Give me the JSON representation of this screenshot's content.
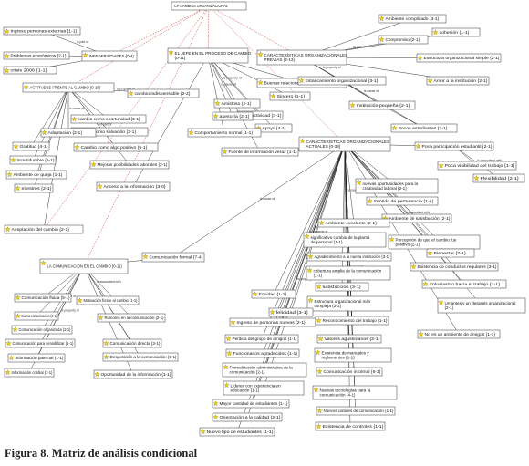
{
  "figure_caption": "Figura 8. Matriz de análisis condicional",
  "nodes": [
    {
      "id": "root",
      "label": "CP:CAMBIOS ORGANIZACIONAL"
    },
    {
      "id": "n1",
      "label": "Ingreso personas externas {1-1}"
    },
    {
      "id": "n2",
      "label": "Problemas económicos {2-1}"
    },
    {
      "id": "n3",
      "label": "INFEDEBILIDADES {0-4}"
    },
    {
      "id": "n4",
      "label": "crisis 2006 {1-1}"
    },
    {
      "id": "n5",
      "label": "ACTITUDES FRENTE AL CAMBIO {0-15}"
    },
    {
      "id": "n6",
      "label": "cambio indispensable {2-2}"
    },
    {
      "id": "n7",
      "label": "cambio como oportunidad {3-1}"
    },
    {
      "id": "n8",
      "label": "cambio como salvación {3-1}"
    },
    {
      "id": "n9",
      "label": "Adaptación {2-1}"
    },
    {
      "id": "n10",
      "label": "Gratitud {4-1}"
    },
    {
      "id": "n11",
      "label": "Incertidumbre {5-1}"
    },
    {
      "id": "n12",
      "label": "Ambiente de queja {1-1}"
    },
    {
      "id": "n13",
      "label": "el estrés {2-1}"
    },
    {
      "id": "n14",
      "label": "Cambio como algo positivo {5-1}"
    },
    {
      "id": "n15",
      "label": "Mejoras posibilidades laborales {2-1}"
    },
    {
      "id": "n16",
      "label": "Acceso a la información {3-0}"
    },
    {
      "id": "n17",
      "label": "Aceptación del cambio {2-1}"
    },
    {
      "id": "n18",
      "label": "EL JEFE EN EL PROCESO DE CAMBIO {0-11}"
    },
    {
      "id": "n19",
      "label": "Buenas relaciones interpersonales {1-1}"
    },
    {
      "id": "n20",
      "label": "Amistoso {2-1}"
    },
    {
      "id": "n21",
      "label": "Sincero {1-1}"
    },
    {
      "id": "n22",
      "label": "Proactividad {3-1}"
    },
    {
      "id": "n23",
      "label": "asesoría {2-1}"
    },
    {
      "id": "n24",
      "label": "Apoyo {4-1}"
    },
    {
      "id": "n25",
      "label": "Comportamiento normal {1-1}"
    },
    {
      "id": "n26",
      "label": "Fuente de información veraz {1-1}"
    },
    {
      "id": "n27",
      "label": "CARACTERÍSTICAS ORGANIZACIONALES PREVIAS {2-13}"
    },
    {
      "id": "n28",
      "label": "Ambiente complicado {3-1}"
    },
    {
      "id": "n29",
      "label": "Compromiso {2-1}"
    },
    {
      "id": "n30",
      "label": "cohesión {1-1}"
    },
    {
      "id": "n31",
      "label": "Estructura organizacional simple {2-1}"
    },
    {
      "id": "n32",
      "label": "Estancamiento organizacional {3-1}"
    },
    {
      "id": "n33",
      "label": "Amor a la institución {2-1}"
    },
    {
      "id": "n34",
      "label": "Institución pequeña {2-1}"
    },
    {
      "id": "n35",
      "label": "Pocos estudiantes {2-1}"
    },
    {
      "id": "n36",
      "label": "CARACTERÍSTICAS ORGANIZACIONALES ACTUALES {0-38}"
    },
    {
      "id": "n37",
      "label": "Poca participación estudiantil {2-1}"
    },
    {
      "id": "n38",
      "label": "Poca visibilidad del trabajo {1-1}"
    },
    {
      "id": "n39",
      "label": "Flexibilidad {2-1}"
    },
    {
      "id": "n40",
      "label": "nuevas oportunidades para la creatividad laboral {2-1}"
    },
    {
      "id": "n41",
      "label": "Sentido de pertenencia {1-1}"
    },
    {
      "id": "n42",
      "label": "Ambiente de satisfacción {2-1}"
    },
    {
      "id": "n43",
      "label": "Ambiente excelente {2-1}"
    },
    {
      "id": "n44",
      "label": "Percepción de que el cambio fue positivo {2-1}"
    },
    {
      "id": "n45",
      "label": "significativo cambio de la planta de personal {1-1}"
    },
    {
      "id": "n46",
      "label": "Agradecimiento a la nueva institución {3-1}"
    },
    {
      "id": "n47",
      "label": "Bienestar {2-1}"
    },
    {
      "id": "n48",
      "label": "Existencia de conductos regulares {3-1}"
    },
    {
      "id": "n49",
      "label": "cobertura amplia de la comunicación {1-1}"
    },
    {
      "id": "n50",
      "label": "satisfacción {3-1}"
    },
    {
      "id": "n51",
      "label": "Entusiasmo hacia el trabajo {1-1}"
    },
    {
      "id": "n52",
      "label": "Un antes y un después organizacional {2-1}"
    },
    {
      "id": "n53",
      "label": "Estructura organizacional más compleja {2-1}"
    },
    {
      "id": "n54",
      "label": "No es un ambiente de amigos {1-1}"
    },
    {
      "id": "n55",
      "label": "Equidad {1-1}"
    },
    {
      "id": "n56",
      "label": "felicidad {3-1}"
    },
    {
      "id": "n57",
      "label": "Ingreso de personas nuevas {2-1}"
    },
    {
      "id": "n58",
      "label": "Reconocimiento del trabajo {1-1}"
    },
    {
      "id": "n59",
      "label": "Valores agustinianos {2-1}"
    },
    {
      "id": "n60",
      "label": "Pérdida del grupo de amigos {1-1}"
    },
    {
      "id": "n61",
      "label": "Funcionarios agradecidos {1-1}"
    },
    {
      "id": "n62",
      "label": "Existencia de manuales y reglamentos {1-1}"
    },
    {
      "id": "n63",
      "label": "Formalización administrativa de la comunicación {2-1}"
    },
    {
      "id": "n64",
      "label": "Comunicación informal {6-2}"
    },
    {
      "id": "n65",
      "label": "Líderes con experiencia en educación {1-1}"
    },
    {
      "id": "n66",
      "label": "Nuevas tecnologías para la comunicación {4-1}"
    },
    {
      "id": "n67",
      "label": "Mayor cantidad de estudiantes {1-1}"
    },
    {
      "id": "n68",
      "label": "Nuevos canales de comunicación {1-1}"
    },
    {
      "id": "n69",
      "label": "Orientación a la calidad {2-1}"
    },
    {
      "id": "n70",
      "label": "Existencia de controles {1-1}"
    },
    {
      "id": "n71",
      "label": "Nuevo tipo de estudiantes {1-1}"
    },
    {
      "id": "n72",
      "label": "Comunicación formal {7-4}"
    },
    {
      "id": "n73",
      "label": "LA COMUNICACIÓN EN EL CAMBIO {0-11}"
    },
    {
      "id": "n74",
      "label": "Comunicación fluida {5-1}"
    },
    {
      "id": "n75",
      "label": "Motivación frente al cambio {1-1}"
    },
    {
      "id": "n76",
      "label": "Buena comunicación {2-1}"
    },
    {
      "id": "n77",
      "label": "Rumores en la comunicación {2-1}"
    },
    {
      "id": "n78",
      "label": "Comunicación organizada {2-1}"
    },
    {
      "id": "n79",
      "label": "Comunicación para sensibilizar {1-1}"
    },
    {
      "id": "n80",
      "label": "Comunicación directa {3-1}"
    },
    {
      "id": "n81",
      "label": "Información paternal {1-1}"
    },
    {
      "id": "n82",
      "label": "Desposición a la comunicación {1-1}"
    },
    {
      "id": "n83",
      "label": "Información cordial {1-1}"
    },
    {
      "id": "n84",
      "label": "Oportunidad de la información {1-1}"
    }
  ],
  "relation_labels": [
    "is part of",
    "is associated with",
    "is cause of",
    "is property of"
  ]
}
